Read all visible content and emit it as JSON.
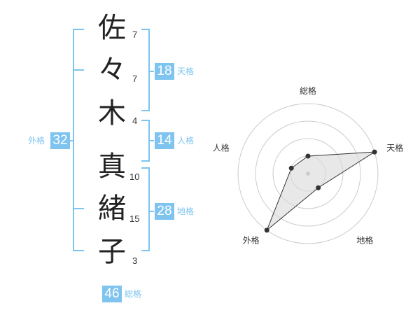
{
  "name": [
    {
      "char": "佐",
      "strokes": "7"
    },
    {
      "char": "々",
      "strokes": "7"
    },
    {
      "char": "木",
      "strokes": "4"
    },
    {
      "char": "真",
      "strokes": "10"
    },
    {
      "char": "緒",
      "strokes": "15"
    },
    {
      "char": "子",
      "strokes": "3"
    }
  ],
  "fortunes": {
    "tenkaku": {
      "value": "18",
      "label": "天格"
    },
    "jinkaku": {
      "value": "14",
      "label": "人格"
    },
    "chikaku": {
      "value": "28",
      "label": "地格"
    },
    "gaikaku": {
      "value": "32",
      "label": "外格"
    },
    "soukaku": {
      "value": "46",
      "label": "総格"
    }
  },
  "colors": {
    "accent": "#7ec4ef",
    "text": "#222222",
    "grid": "#cccccc",
    "fill": "#d9d9d9"
  },
  "chart_data": {
    "type": "radar",
    "axes": [
      "総格",
      "天格",
      "地格",
      "外格",
      "人格"
    ],
    "levels": 4,
    "max": 4,
    "values": [
      1,
      4,
      1,
      4,
      1
    ]
  }
}
